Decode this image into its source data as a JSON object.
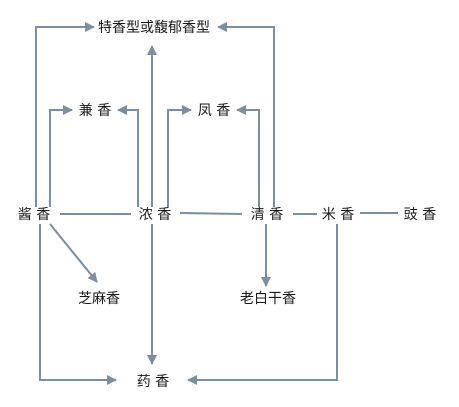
{
  "nodes": {
    "teyu": "特香型或馥郁香型",
    "jianxiang": "兼 香",
    "fengxiang": "凤 香",
    "jiangxiang": "酱 香",
    "nongxiang": "浓 香",
    "qingxiang": "清 香",
    "mixiang": "米 香",
    "chixiang": "豉 香",
    "zhimaxiang": "芝麻香",
    "laobaigan": "老白干香",
    "yaoxiang": "药 香"
  },
  "colors": {
    "line": "#7b8fa1",
    "text": "#1a1a1a",
    "background": "#ffffff"
  }
}
